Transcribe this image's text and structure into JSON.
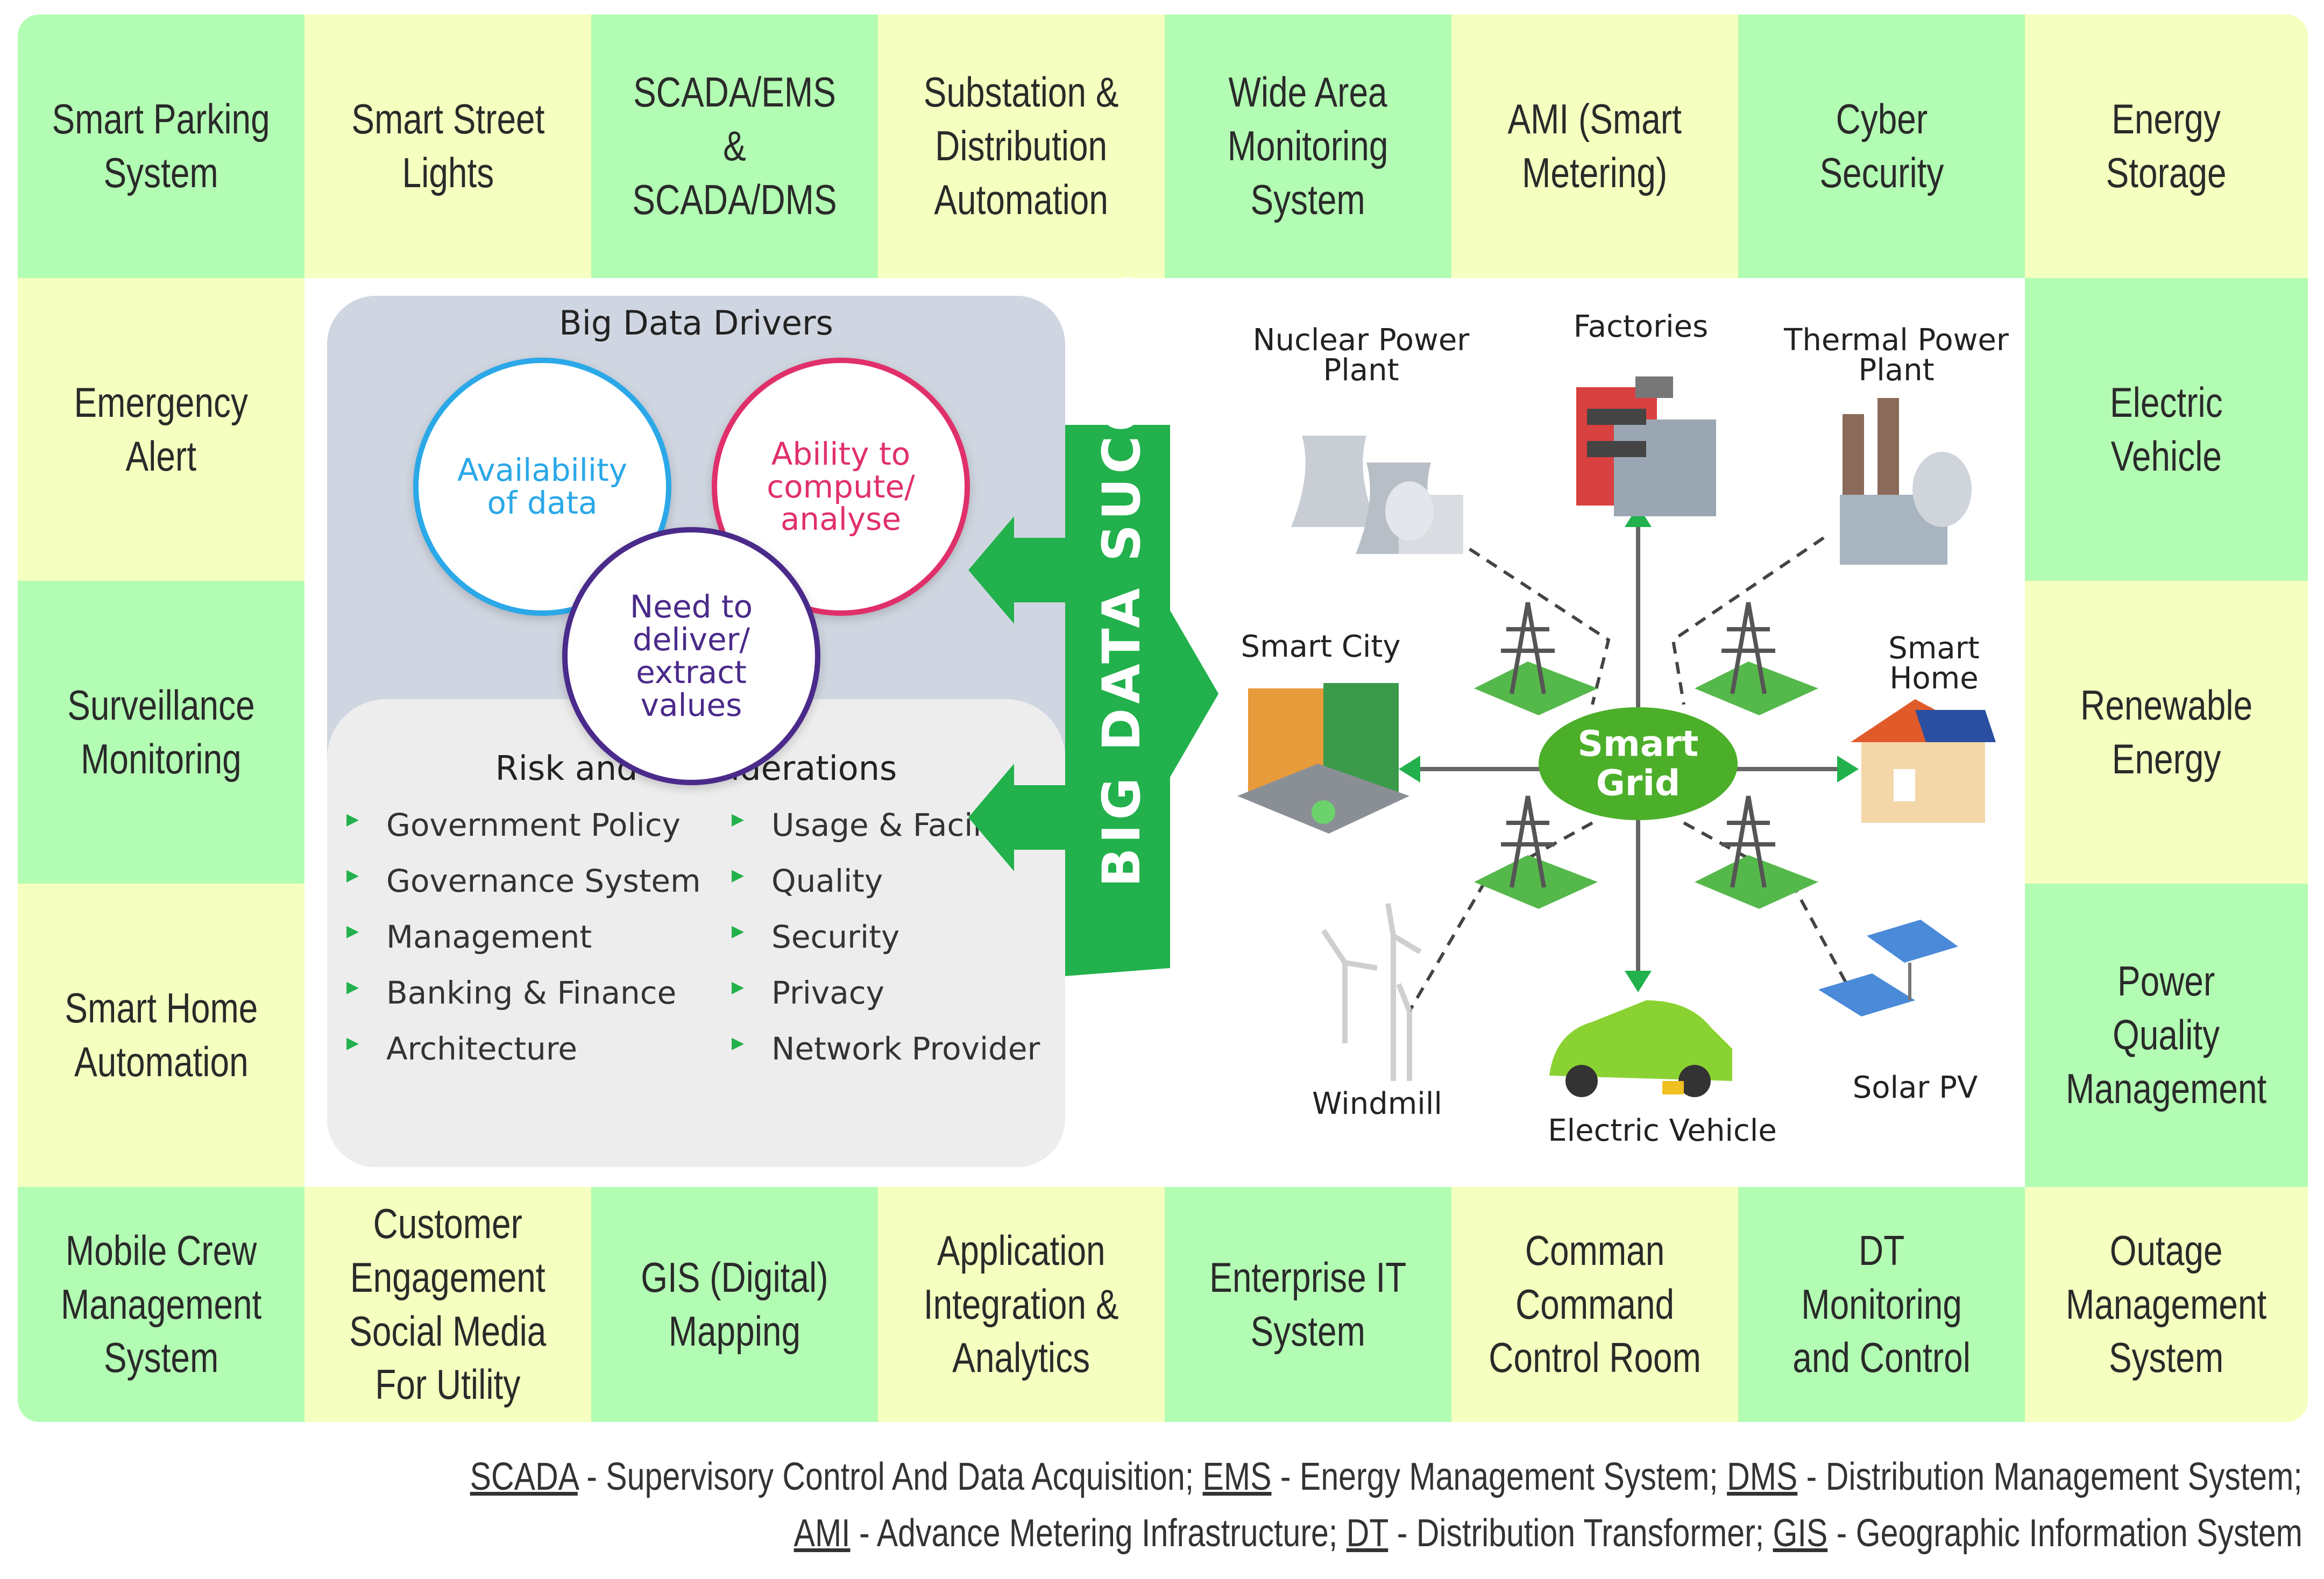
{
  "top_row": [
    "Smart Parking\nSystem",
    "Smart Street\nLights",
    "SCADA/EMS &\nSCADA/DMS",
    "Substation &\nDistribution\nAutomation",
    "Wide Area\nMonitoring\nSystem",
    "AMI (Smart\nMetering)",
    "Cyber\nSecurity",
    "Energy\nStorage"
  ],
  "left_col": [
    "Emergency\nAlert",
    "Surveillance\nMonitoring",
    "Smart Home\nAutomation"
  ],
  "right_col": [
    "Electric\nVehicle",
    "Renewable\nEnergy",
    "Power\nQuality\nManagement"
  ],
  "bottom_row": [
    "Mobile Crew\nManagement\nSystem",
    "Customer\nEngagement\nSocial Media\nFor Utility",
    "GIS (Digital)\nMapping",
    "Application\nIntegration &\nAnalytics",
    "Enterprise IT\nSystem",
    "Comman\nCommand\nControl Room",
    "DT\nMonitoring\nand Control",
    "Outage\nManagement\nSystem"
  ],
  "drivers": {
    "title": "Big Data Drivers",
    "availability": "Availability\nof data",
    "ability": "Ability to\ncompute/\nanalyse",
    "need": "Need to\ndeliver/\nextract\nvalues"
  },
  "risk": {
    "title": "Risk and Considerations",
    "left_items": [
      "Government Policy",
      "Governance System",
      "Management",
      "Banking & Finance",
      "Architecture"
    ],
    "right_items": [
      "Usage & Facility",
      "Quality",
      "Security",
      "Privacy",
      "Network Provider"
    ]
  },
  "banner": "BIG DATA SUCCESS",
  "grid": {
    "center": "Smart\nGrid",
    "nuclear": "Nuclear Power\nPlant",
    "factories": "Factories",
    "thermal": "Thermal Power\nPlant",
    "smart_city": "Smart City",
    "smart_home": "Smart\nHome",
    "windmill": "Windmill",
    "ev": "Electric Vehicle",
    "solar": "Solar PV"
  },
  "footer": {
    "l1_a": "SCADA",
    "l1_b": " - Supervisory Control And Data Acquisition; ",
    "l1_c": "EMS",
    "l1_d": " - Energy Management System; ",
    "l1_e": "DMS",
    "l1_f": " - Distribution Management System;",
    "l2_a": "AMI",
    "l2_b": " - Advance Metering Infrastructure; ",
    "l2_c": "DT",
    "l2_d": " - Distribution Transformer; ",
    "l2_e": "GIS",
    "l2_f": " - Geographic Information System"
  },
  "colors": {
    "green": "#b3fcb3",
    "yellow": "#f5ffbf",
    "accent_green": "#22b14c",
    "blue": "#2aa8e8",
    "pink": "#e0306a",
    "purple": "#4a2a8a"
  }
}
